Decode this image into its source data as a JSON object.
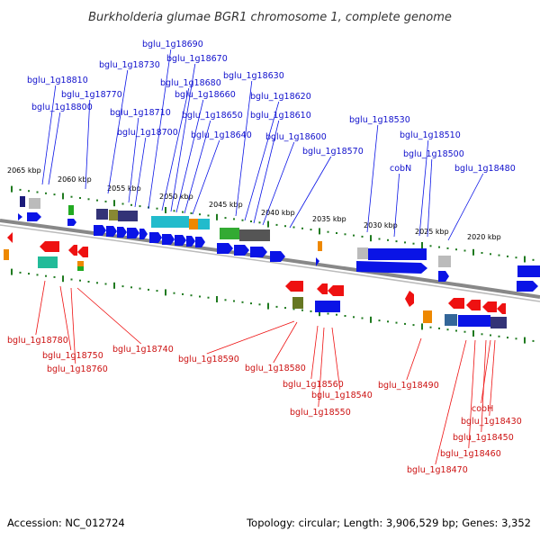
{
  "title": "Burkholderia glumae BGR1 chromosome 1, complete genome",
  "footer": {
    "accession": "Accession: NC_012724",
    "summary": "Topology: circular; Length: 3,906,529 bp; Genes: 3,352"
  },
  "colors": {
    "forward_gene": "#0a14e6",
    "reverse_gene": "#ee1111",
    "forward_label": "#1010cc",
    "reverse_label": "#cc1111",
    "backbone": "#888888",
    "tick": "#1f7a1f"
  },
  "ticks": [
    "2065 kbp",
    "2060 kbp",
    "2055 kbp",
    "2050 kbp",
    "2045 kbp",
    "2040 kbp",
    "2035 kbp",
    "2030 kbp",
    "2025 kbp",
    "2020 kbp"
  ],
  "forward_labels": [
    "bglu_1g18810",
    "bglu_1g18800",
    "bglu_1g18770",
    "bglu_1g18730",
    "bglu_1g18710",
    "bglu_1g18700",
    "bglu_1g18690",
    "bglu_1g18680",
    "bglu_1g18670",
    "bglu_1g18660",
    "bglu_1g18650",
    "bglu_1g18640",
    "bglu_1g18630",
    "bglu_1g18620",
    "bglu_1g18610",
    "bglu_1g18600",
    "bglu_1g18570",
    "bglu_1g18530",
    "cobN",
    "bglu_1g18510",
    "bglu_1g18500",
    "bglu_1g18480"
  ],
  "reverse_labels": [
    "bglu_1g18780",
    "bglu_1g18750",
    "bglu_1g18760",
    "bglu_1g18740",
    "bglu_1g18590",
    "bglu_1g18580",
    "bglu_1g18560",
    "bglu_1g18540",
    "bglu_1g18550",
    "bglu_1g18490",
    "cobH",
    "bglu_1g18430",
    "bglu_1g18450",
    "bglu_1g18460",
    "bglu_1g18470"
  ]
}
